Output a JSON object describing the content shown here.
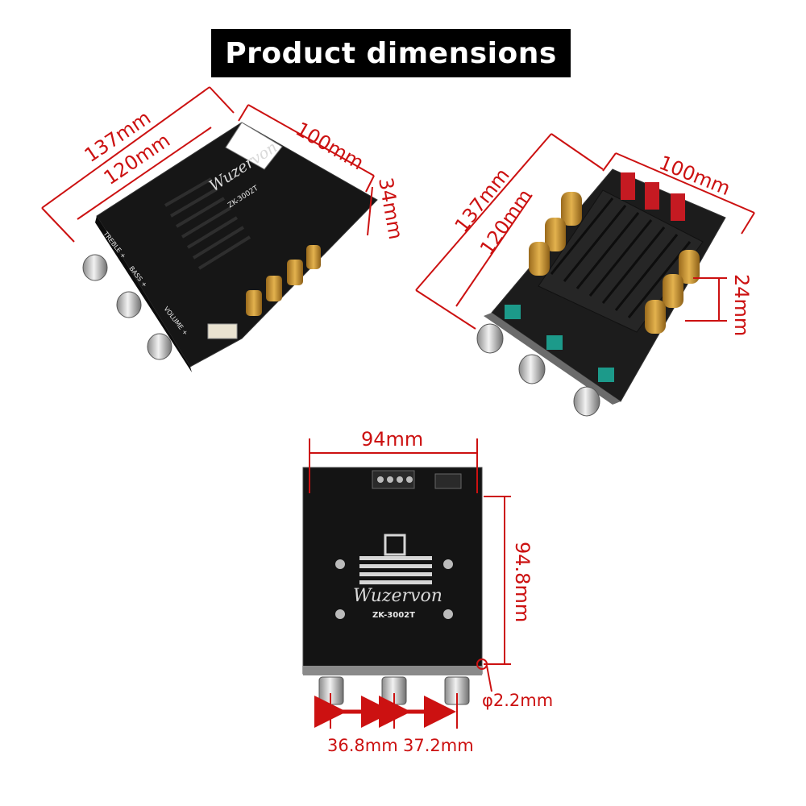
{
  "title": "Product dimensions",
  "colors": {
    "dimension": "#cc1111",
    "board": "#1a1a1a",
    "heatsink": "#222222",
    "capacitor": "#c8902e",
    "title_bg": "#000000"
  },
  "view_top": {
    "length_outer": "137mm",
    "length_inner": "120mm",
    "width": "100mm",
    "height": "34mm",
    "brand": "Wuzervon",
    "model": "ZK-3002T",
    "knob_labels": [
      "TREBLE +",
      "BASS +",
      "VOLUME +"
    ]
  },
  "view_angle": {
    "length_outer": "137mm",
    "length_inner": "120mm",
    "width": "100mm",
    "height": "24mm"
  },
  "view_bottom": {
    "width": "94mm",
    "height": "94.8mm",
    "hole": "φ2.2mm",
    "spacing_left": "36.8mm",
    "spacing_right": "37.2mm",
    "brand": "Wuzervon",
    "model": "ZK-3002T"
  }
}
